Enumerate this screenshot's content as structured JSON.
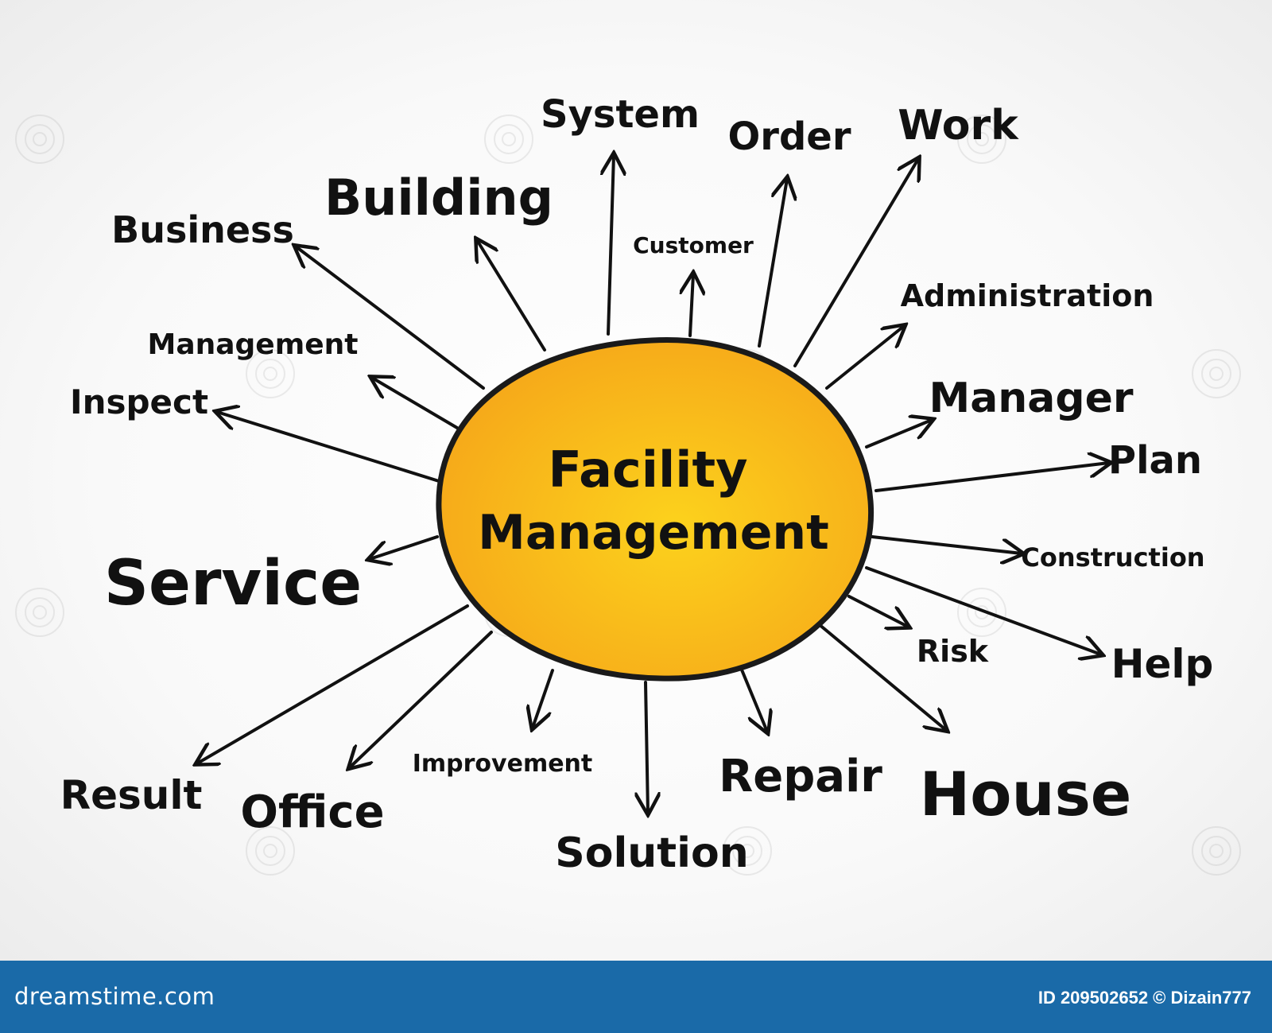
{
  "diagram": {
    "center": {
      "line1": "Facility",
      "line2": "Management"
    },
    "nodes": [
      {
        "id": "system",
        "label": "System"
      },
      {
        "id": "order",
        "label": "Order"
      },
      {
        "id": "work",
        "label": "Work"
      },
      {
        "id": "building",
        "label": "Building"
      },
      {
        "id": "business",
        "label": "Business"
      },
      {
        "id": "customer",
        "label": "Customer"
      },
      {
        "id": "administration",
        "label": "Administration"
      },
      {
        "id": "management",
        "label": "Management"
      },
      {
        "id": "inspect",
        "label": "Inspect"
      },
      {
        "id": "manager",
        "label": "Manager"
      },
      {
        "id": "plan",
        "label": "Plan"
      },
      {
        "id": "service",
        "label": "Service"
      },
      {
        "id": "construction",
        "label": "Construction"
      },
      {
        "id": "risk",
        "label": "Risk"
      },
      {
        "id": "help",
        "label": "Help"
      },
      {
        "id": "result",
        "label": "Result"
      },
      {
        "id": "office",
        "label": "Office"
      },
      {
        "id": "improvement",
        "label": "Improvement"
      },
      {
        "id": "solution",
        "label": "Solution"
      },
      {
        "id": "repair",
        "label": "Repair"
      },
      {
        "id": "house",
        "label": "House"
      }
    ],
    "colors": {
      "center_fill": "#f6ad1b",
      "center_highlight": "#fcd21c",
      "ink": "#111111"
    }
  },
  "footer": {
    "brand": "dreamstime.com",
    "id_text": "ID 209502652 © Dizain777",
    "bar_color": "#1a6aa8"
  }
}
